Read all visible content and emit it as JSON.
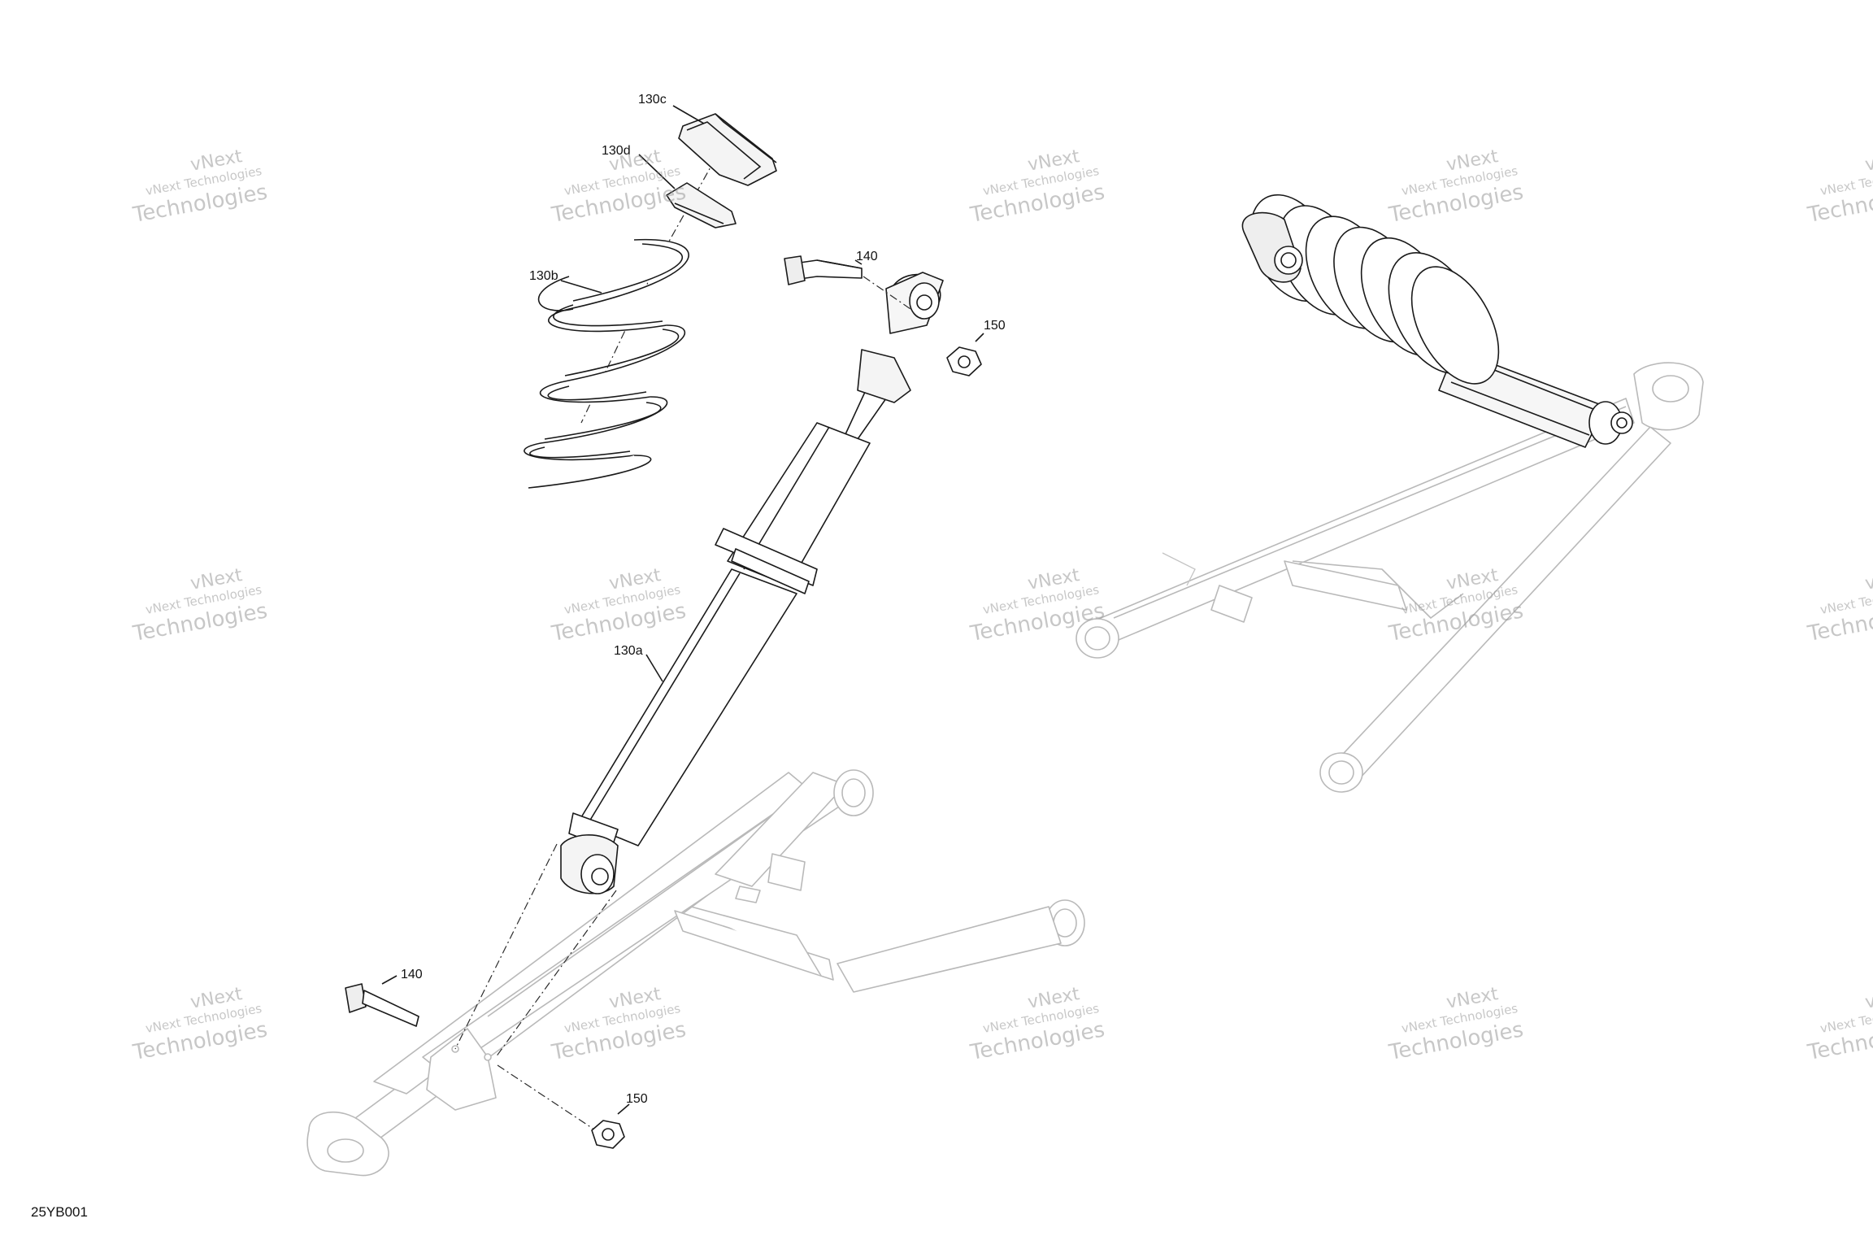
{
  "diagram_id": "25YB001",
  "callouts": {
    "c130c": "130c",
    "c130d": "130d",
    "c130b": "130b",
    "c130a": "130a",
    "c140_top": "140",
    "c150_top": "150",
    "c140_bottom": "140",
    "c150_bottom": "150"
  },
  "watermark": {
    "line1": "vNext",
    "line2": "vNext Technologies",
    "line3": "Technologies"
  }
}
